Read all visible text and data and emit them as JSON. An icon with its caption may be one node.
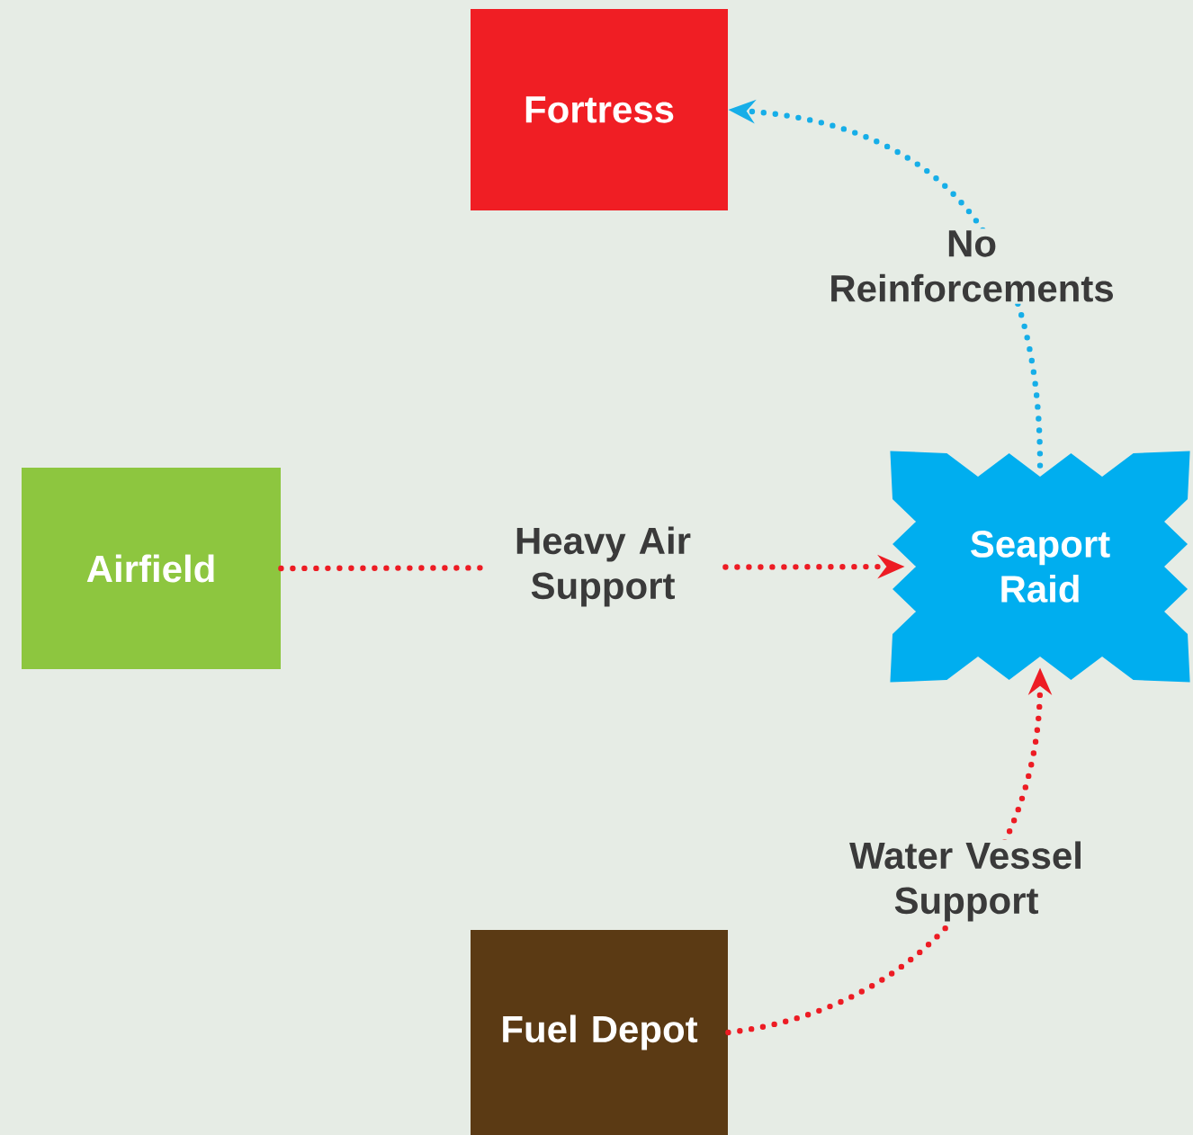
{
  "diagram": {
    "nodes": [
      {
        "text": [
          "Fortress"
        ]
      },
      {
        "text": [
          "Airfield"
        ]
      },
      {
        "text": [
          "Seaport Raid"
        ]
      },
      {
        "text": [
          "Fuel Depot"
        ]
      }
    ],
    "edges": [
      {
        "from": 2,
        "to": 0,
        "arrow": "to",
        "label": "No Reinforcements",
        "color": "#16aee8"
      },
      {
        "from": 1,
        "to": 2,
        "arrow": "to",
        "label": "Heavy Air Support"
      },
      {
        "from": 3,
        "to": 2,
        "arrow": "to",
        "label": "Water Vessel Support"
      }
    ]
  }
}
